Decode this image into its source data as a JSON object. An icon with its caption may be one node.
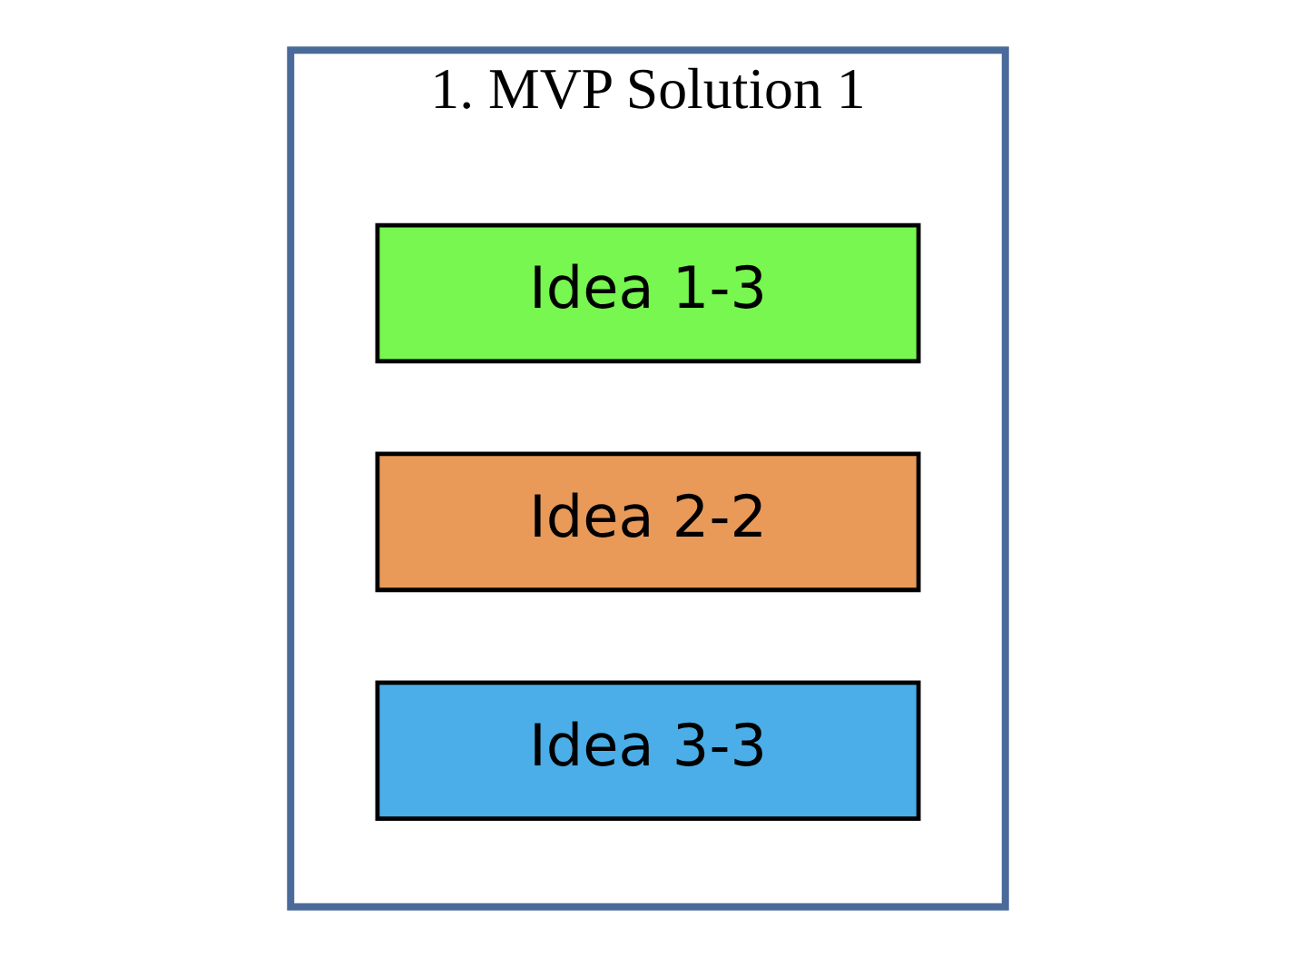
{
  "diagram": {
    "nodes": [
      {
        "text": [
          "1. MVP Solution 1"
        ]
      },
      {
        "text": [
          "Idea 1-3"
        ],
        "in": 0
      },
      {
        "text": [
          "Idea 2-2"
        ],
        "in": 0
      },
      {
        "text": [
          "Idea 3-3"
        ],
        "in": 0
      }
    ]
  }
}
